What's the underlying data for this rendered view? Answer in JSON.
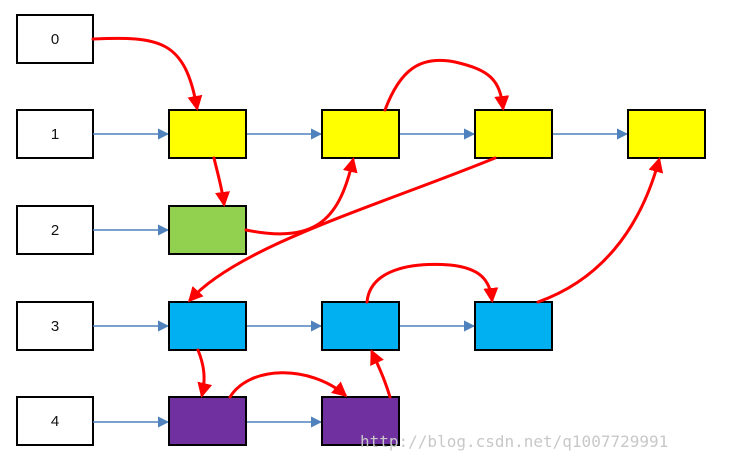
{
  "levels": [
    {
      "label": "0"
    },
    {
      "label": "1"
    },
    {
      "label": "2"
    },
    {
      "label": "3"
    },
    {
      "label": "4"
    }
  ],
  "node_colors": {
    "yellow": "#ffff00",
    "green": "#92d050",
    "blue": "#00b0f0",
    "purple": "#7030a0"
  },
  "edge_colors": {
    "blue_arrow": "#4f81bd",
    "red_arrow": "#ff0000"
  },
  "watermark": "http://blog.csdn.net/q1007729991"
}
